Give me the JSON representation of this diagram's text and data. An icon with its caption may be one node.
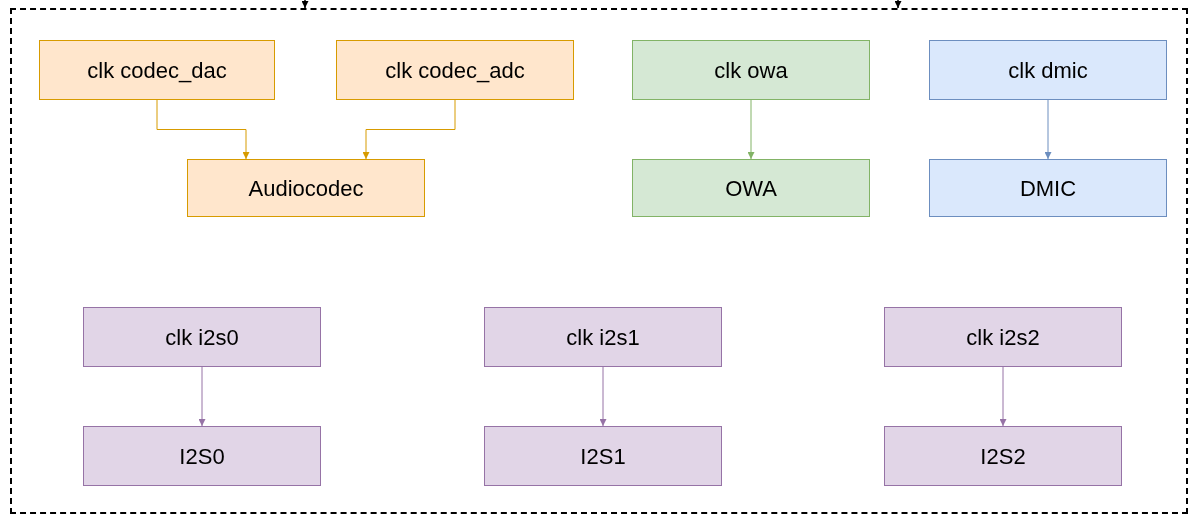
{
  "diagram": {
    "nodes": [
      {
        "text": [],
        "shape": "box"
      },
      {
        "text": [
          "clk codec_dac"
        ],
        "in": 0
      },
      {
        "text": [
          "clk codec_adc"
        ],
        "in": 0
      },
      {
        "text": [
          "clk owa"
        ],
        "in": 0
      },
      {
        "text": [
          "clk dmic"
        ],
        "in": 0
      },
      {
        "text": [
          "Audiocodec"
        ],
        "in": 0
      },
      {
        "text": [
          "OWA"
        ],
        "in": 0
      },
      {
        "text": [
          "DMIC"
        ],
        "in": 0
      },
      {
        "text": [
          "clk i2s0"
        ],
        "in": 0
      },
      {
        "text": [
          "clk i2s1"
        ],
        "in": 0
      },
      {
        "text": [
          "clk i2s2"
        ],
        "in": 0
      },
      {
        "text": [
          "I2S0"
        ],
        "in": 0
      },
      {
        "text": [
          "I2S1"
        ],
        "in": 0
      },
      {
        "text": [
          "I2S2"
        ],
        "in": 0
      }
    ],
    "edges": [
      {
        "from": null,
        "to": 0,
        "arrow": "to",
        "color": "#000000"
      },
      {
        "from": null,
        "to": 0,
        "arrow": "to",
        "color": "#000000"
      },
      {
        "from": 1,
        "to": 5,
        "arrow": "to",
        "color": "#d79b00"
      },
      {
        "from": 2,
        "to": 5,
        "arrow": "to",
        "color": "#d79b00"
      },
      {
        "from": 3,
        "to": 6,
        "arrow": "to",
        "color": "#82b366"
      },
      {
        "from": 4,
        "to": 7,
        "arrow": "to",
        "color": "#6c8ebf"
      },
      {
        "from": 8,
        "to": 11,
        "arrow": "to"
      },
      {
        "from": 9,
        "to": 12,
        "arrow": "to"
      },
      {
        "from": 10,
        "to": 13,
        "arrow": "to"
      }
    ]
  }
}
